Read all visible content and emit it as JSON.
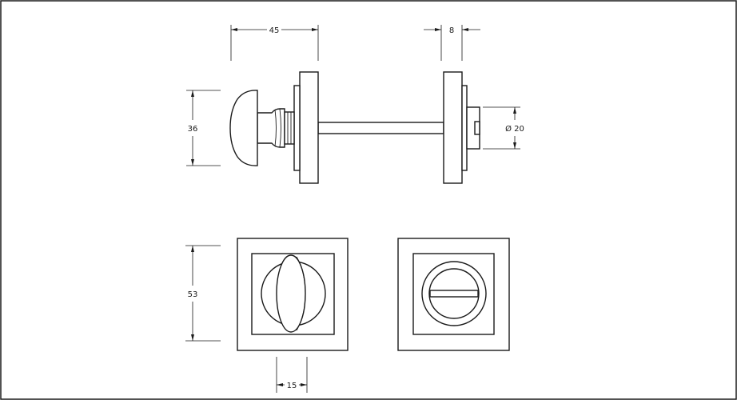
{
  "dimensions": {
    "width_turn": "45",
    "rose_thickness": "8",
    "height_turn": "36",
    "release_diameter": "Ø 20",
    "rose_size": "53",
    "thumbturn_width": "15"
  }
}
